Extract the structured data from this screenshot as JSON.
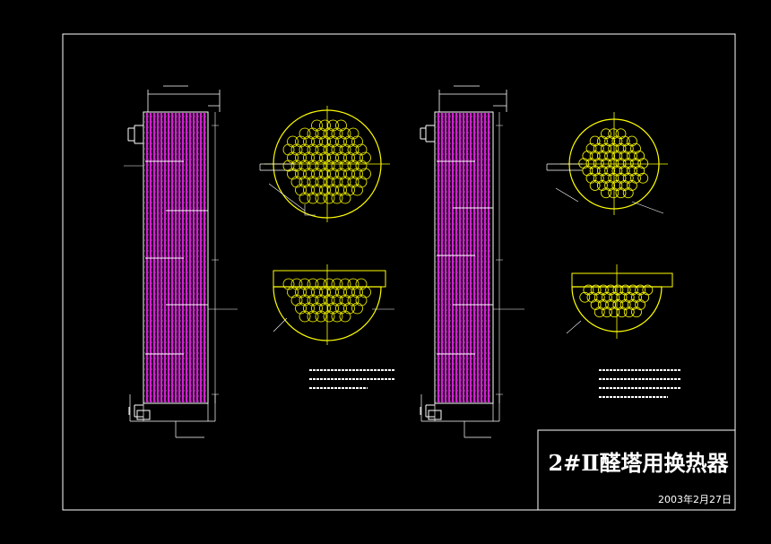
{
  "colors": {
    "background": "#000000",
    "frame": "#ffffff",
    "tubes": "#d020d0",
    "tube_grid": "#ffffff",
    "tubesheet": "#ffff00",
    "dimension": "#ffffff"
  },
  "title_block": {
    "title": "2#Ⅱ醛塔用换热器",
    "date": "2003年2月27日"
  },
  "exchanger_left": {
    "notes": [
      "",
      "",
      ""
    ]
  },
  "exchanger_right": {
    "notes": [
      "",
      "",
      ""
    ]
  },
  "icons": {
    "tube_circle": "circle-outline"
  }
}
